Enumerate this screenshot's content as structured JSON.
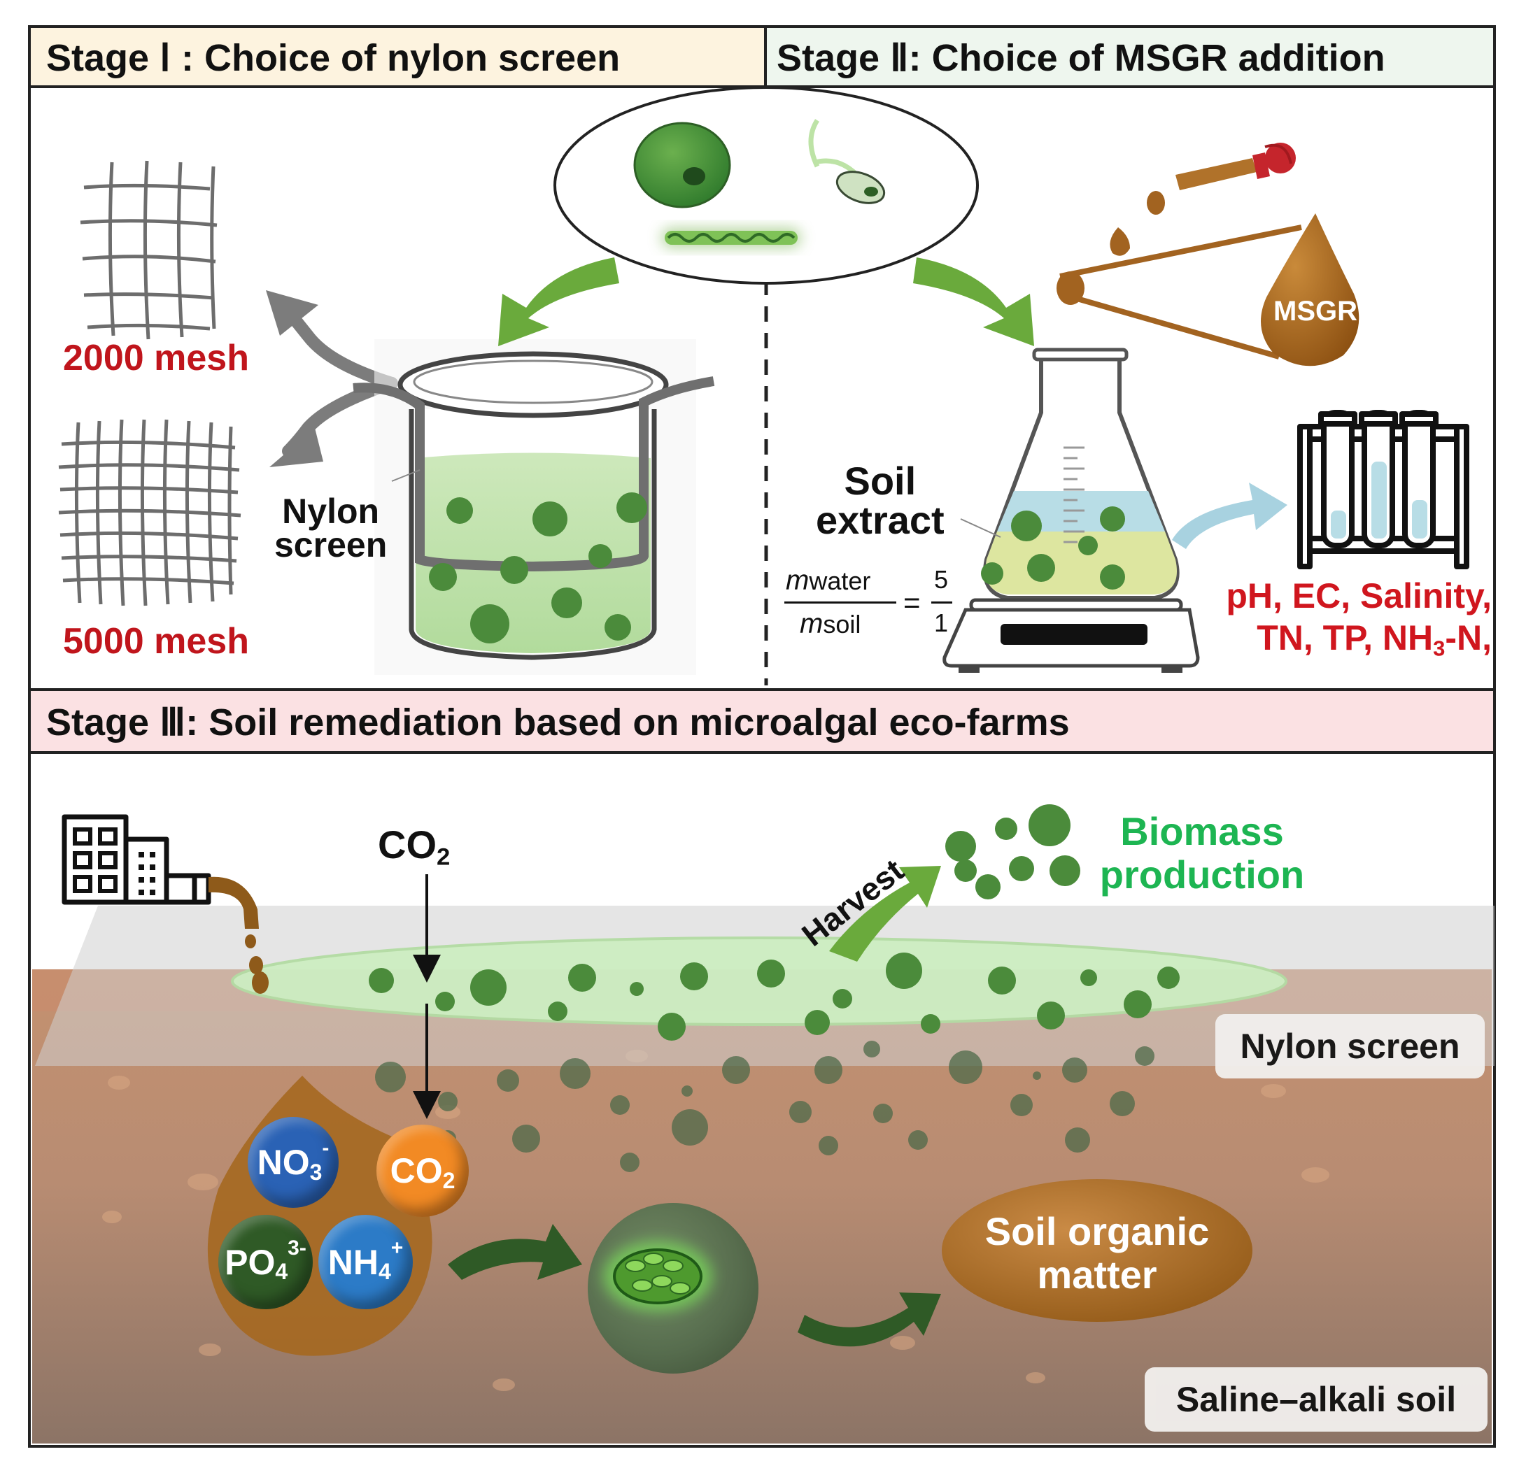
{
  "stage1": {
    "title": "Stage Ⅰ : Choice of nylon screen"
  },
  "stage2": {
    "title": "Stage Ⅱ: Choice of MSGR addition"
  },
  "stage3": {
    "title": "Stage Ⅲ: Soil remediation based on microalgal eco-farms"
  },
  "mesh": {
    "coarse": "2000 mesh",
    "fine": "5000 mesh"
  },
  "nylon_screen_label": {
    "line1": "Nylon",
    "line2": "screen"
  },
  "msgr_label": "MSGR",
  "soil_extract": {
    "line1": "Soil",
    "line2": "extract"
  },
  "ratio": {
    "numerator_m": "m",
    "numerator_sub": "water",
    "denominator_m": "m",
    "denominator_sub": "soil",
    "eq": "=",
    "num": "5",
    "den": "1"
  },
  "params": {
    "line1": "pH, EC, Salinity,",
    "line2a": "TN, TP, NH",
    "line2_sub": "3",
    "line2b": "-N,"
  },
  "co2_arrow": {
    "base": "CO",
    "sub": "2"
  },
  "harvest": "Harvest",
  "biomass": {
    "line1": "Biomass",
    "line2": "production"
  },
  "nylon_screen_tag": "Nylon screen",
  "saline_tag": "Saline–alkali soil",
  "soil_organic_matter": {
    "line1": "Soil organic",
    "line2": "matter"
  },
  "ions": {
    "no3": {
      "base": "NO",
      "sub": "3",
      "sup": "-"
    },
    "co2": {
      "base": "CO",
      "sub": "2"
    },
    "po4": {
      "base": "PO",
      "sub": "4",
      "sup": "3-"
    },
    "nh4": {
      "base": "NH",
      "sub": "4",
      "sup": "+"
    }
  },
  "colors": {
    "stage1_header_bg": "#fdf3df",
    "stage2_header_bg": "#eef6ee",
    "stage3_header_bg": "#fbe1e3",
    "mesh_label": "#c0151c",
    "params_label": "#d0161e",
    "biomass_label": "#1db552",
    "green_arrow": "#6aaa3c",
    "msgr_brown": "#9a5a12",
    "soil_brown": "#b68a6c"
  }
}
